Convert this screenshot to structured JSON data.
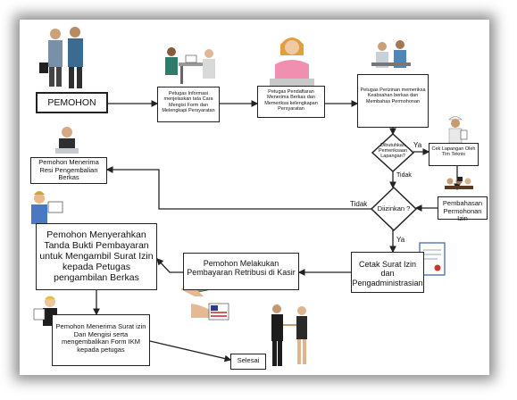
{
  "colors": {
    "line": "#222222",
    "box_border": "#222222",
    "shadow": "#555555"
  },
  "nodes": {
    "pemohon": "PEMOHON",
    "petugas_informasi": "Petugas Informasi menjelaskan tata Cara Mengisi Form dan Melengkapi Persyaratan",
    "petugas_pendaftaran": "Petugas Pendaftaran Menerima Berkas dan Memeriksa kelengkapan Persyaratan",
    "petugas_perizinan": "Petugas Perizinan memeriksa Keabsahan berkas dan Membahas Permohonan",
    "dibutuhkan": "Dibutuhkan Pemeriksaan Lapangan?",
    "cek_lapangan": "Cek Lapangan Oleh Tim Teknis",
    "pemohon_menerima_resi": "Pemohon Menerima Resi Pengembalian Berkas",
    "pembahasan": "Pembahasan Permohonan Izin",
    "diizinkan": "Diizinkan ?",
    "menyerahkan": "Pemohon Menyerahkan Tanda Bukti Pembayaran untuk Mengambil Surat Izin kepada Petugas pengambilan Berkas",
    "pembayaran": "Pemohon Melakukan Pembayaran Retribusi di Kasir",
    "cetak": "Cetak Surat Izin dan Pengadministrasian",
    "menerima_surat": "Pemohon Menerima Surat izin Dan Mengisi serta mengembalikan Form IKM kepada petugas",
    "selesai": "Selesai"
  },
  "edges": {
    "ya1": "Ya",
    "tidak1": "Tidak",
    "tidak2": "Tidak",
    "ya2": "Ya"
  },
  "icons": [
    "people-icon",
    "desk-meeting-icon",
    "receptionist-icon",
    "officers-icon",
    "surveyor-icon",
    "clerk-icon",
    "meeting-icon",
    "presenter-icon",
    "money-hand-icon",
    "certificate-icon",
    "reader-icon",
    "handshake-icon"
  ]
}
